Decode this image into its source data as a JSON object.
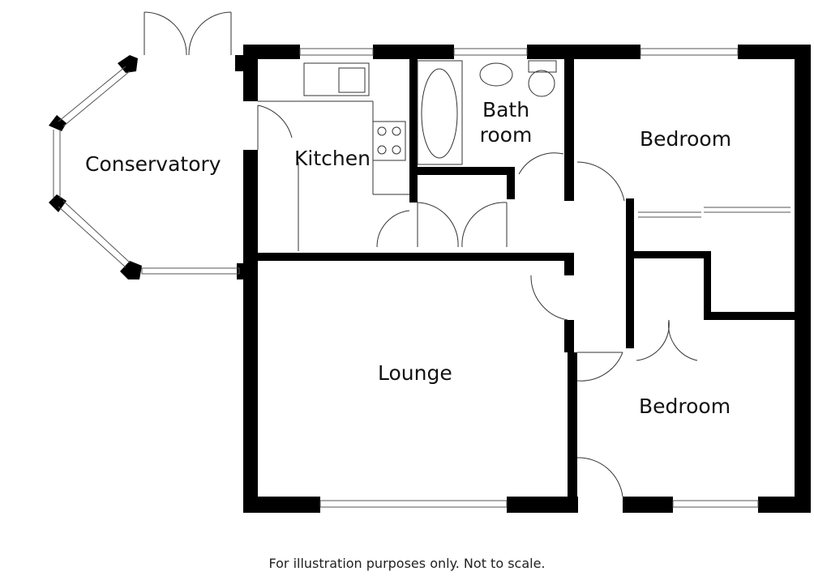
{
  "rooms": {
    "conservatory": "Conservatory",
    "kitchen": "Kitchen",
    "bathroom_line1": "Bath",
    "bathroom_line2": "room",
    "bedroom1": "Bedroom",
    "bedroom2": "Bedroom",
    "lounge": "Lounge"
  },
  "footer": "For illustration purposes only. Not to scale."
}
